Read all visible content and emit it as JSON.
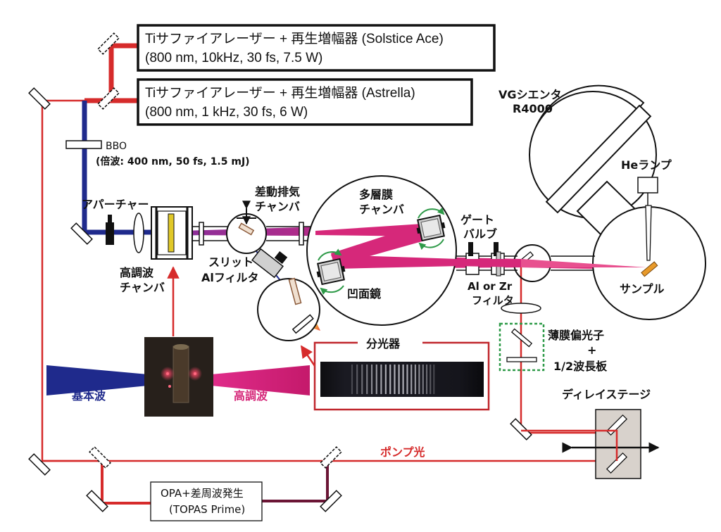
{
  "colors": {
    "pump_red": "#d62b2b",
    "fundamental_blue": "#1f2a8c",
    "harmonic_magenta": "#d6287a",
    "mirror_fill": "#ffffff",
    "delay_stage_fill": "#d8d2cc",
    "analyzer_green": "#2e9a48",
    "sample_orange": "#e89a2a"
  },
  "lasers": {
    "solstice": {
      "title": "Tiサファイアレーザー + 再生増幅器 (Solstice Ace)",
      "params": "(800 nm, 10kHz, 30 fs, 7.5 W)"
    },
    "astrella": {
      "title": "Tiサファイアレーザー + 再生増幅器 (Astrella)",
      "params": "(800 nm, 1 kHz, 30 fs, 6 W)"
    }
  },
  "labels": {
    "bbo": "BBO",
    "doubling": "(倍波: 400 nm, 50 fs, 1.5 mJ)",
    "aperture": "アパーチャー",
    "hhg_chamber_1": "高調波",
    "hhg_chamber_2": "チャンバ",
    "diff_pump_1": "差動排気",
    "diff_pump_2": "チャンバ",
    "slit": "スリット",
    "al_filter": "Alフィルタ",
    "multilayer_1": "多層膜",
    "multilayer_2": "チャンバ",
    "concave_mirror": "凹面鏡",
    "gate_valve_1": "ゲート",
    "gate_valve_2": "バルブ",
    "filter_1": "Al or Zr",
    "filter_2": "フィルタ",
    "analyzer_1": "VGシエンタ",
    "analyzer_2": "R4000",
    "he_lamp": "Heランプ",
    "sample": "サンプル",
    "polarizer_1": "薄膜偏光子",
    "polarizer_plus": "+",
    "polarizer_2": "1/2波長板",
    "delay_stage": "ディレイステージ",
    "pump_light": "ポンプ光",
    "spectrometer": "分光器",
    "fundamental": "基本波",
    "harmonic": "高調波",
    "opa_1": "OPA+差周波発生",
    "opa_2": "(TOPAS Prime)"
  }
}
